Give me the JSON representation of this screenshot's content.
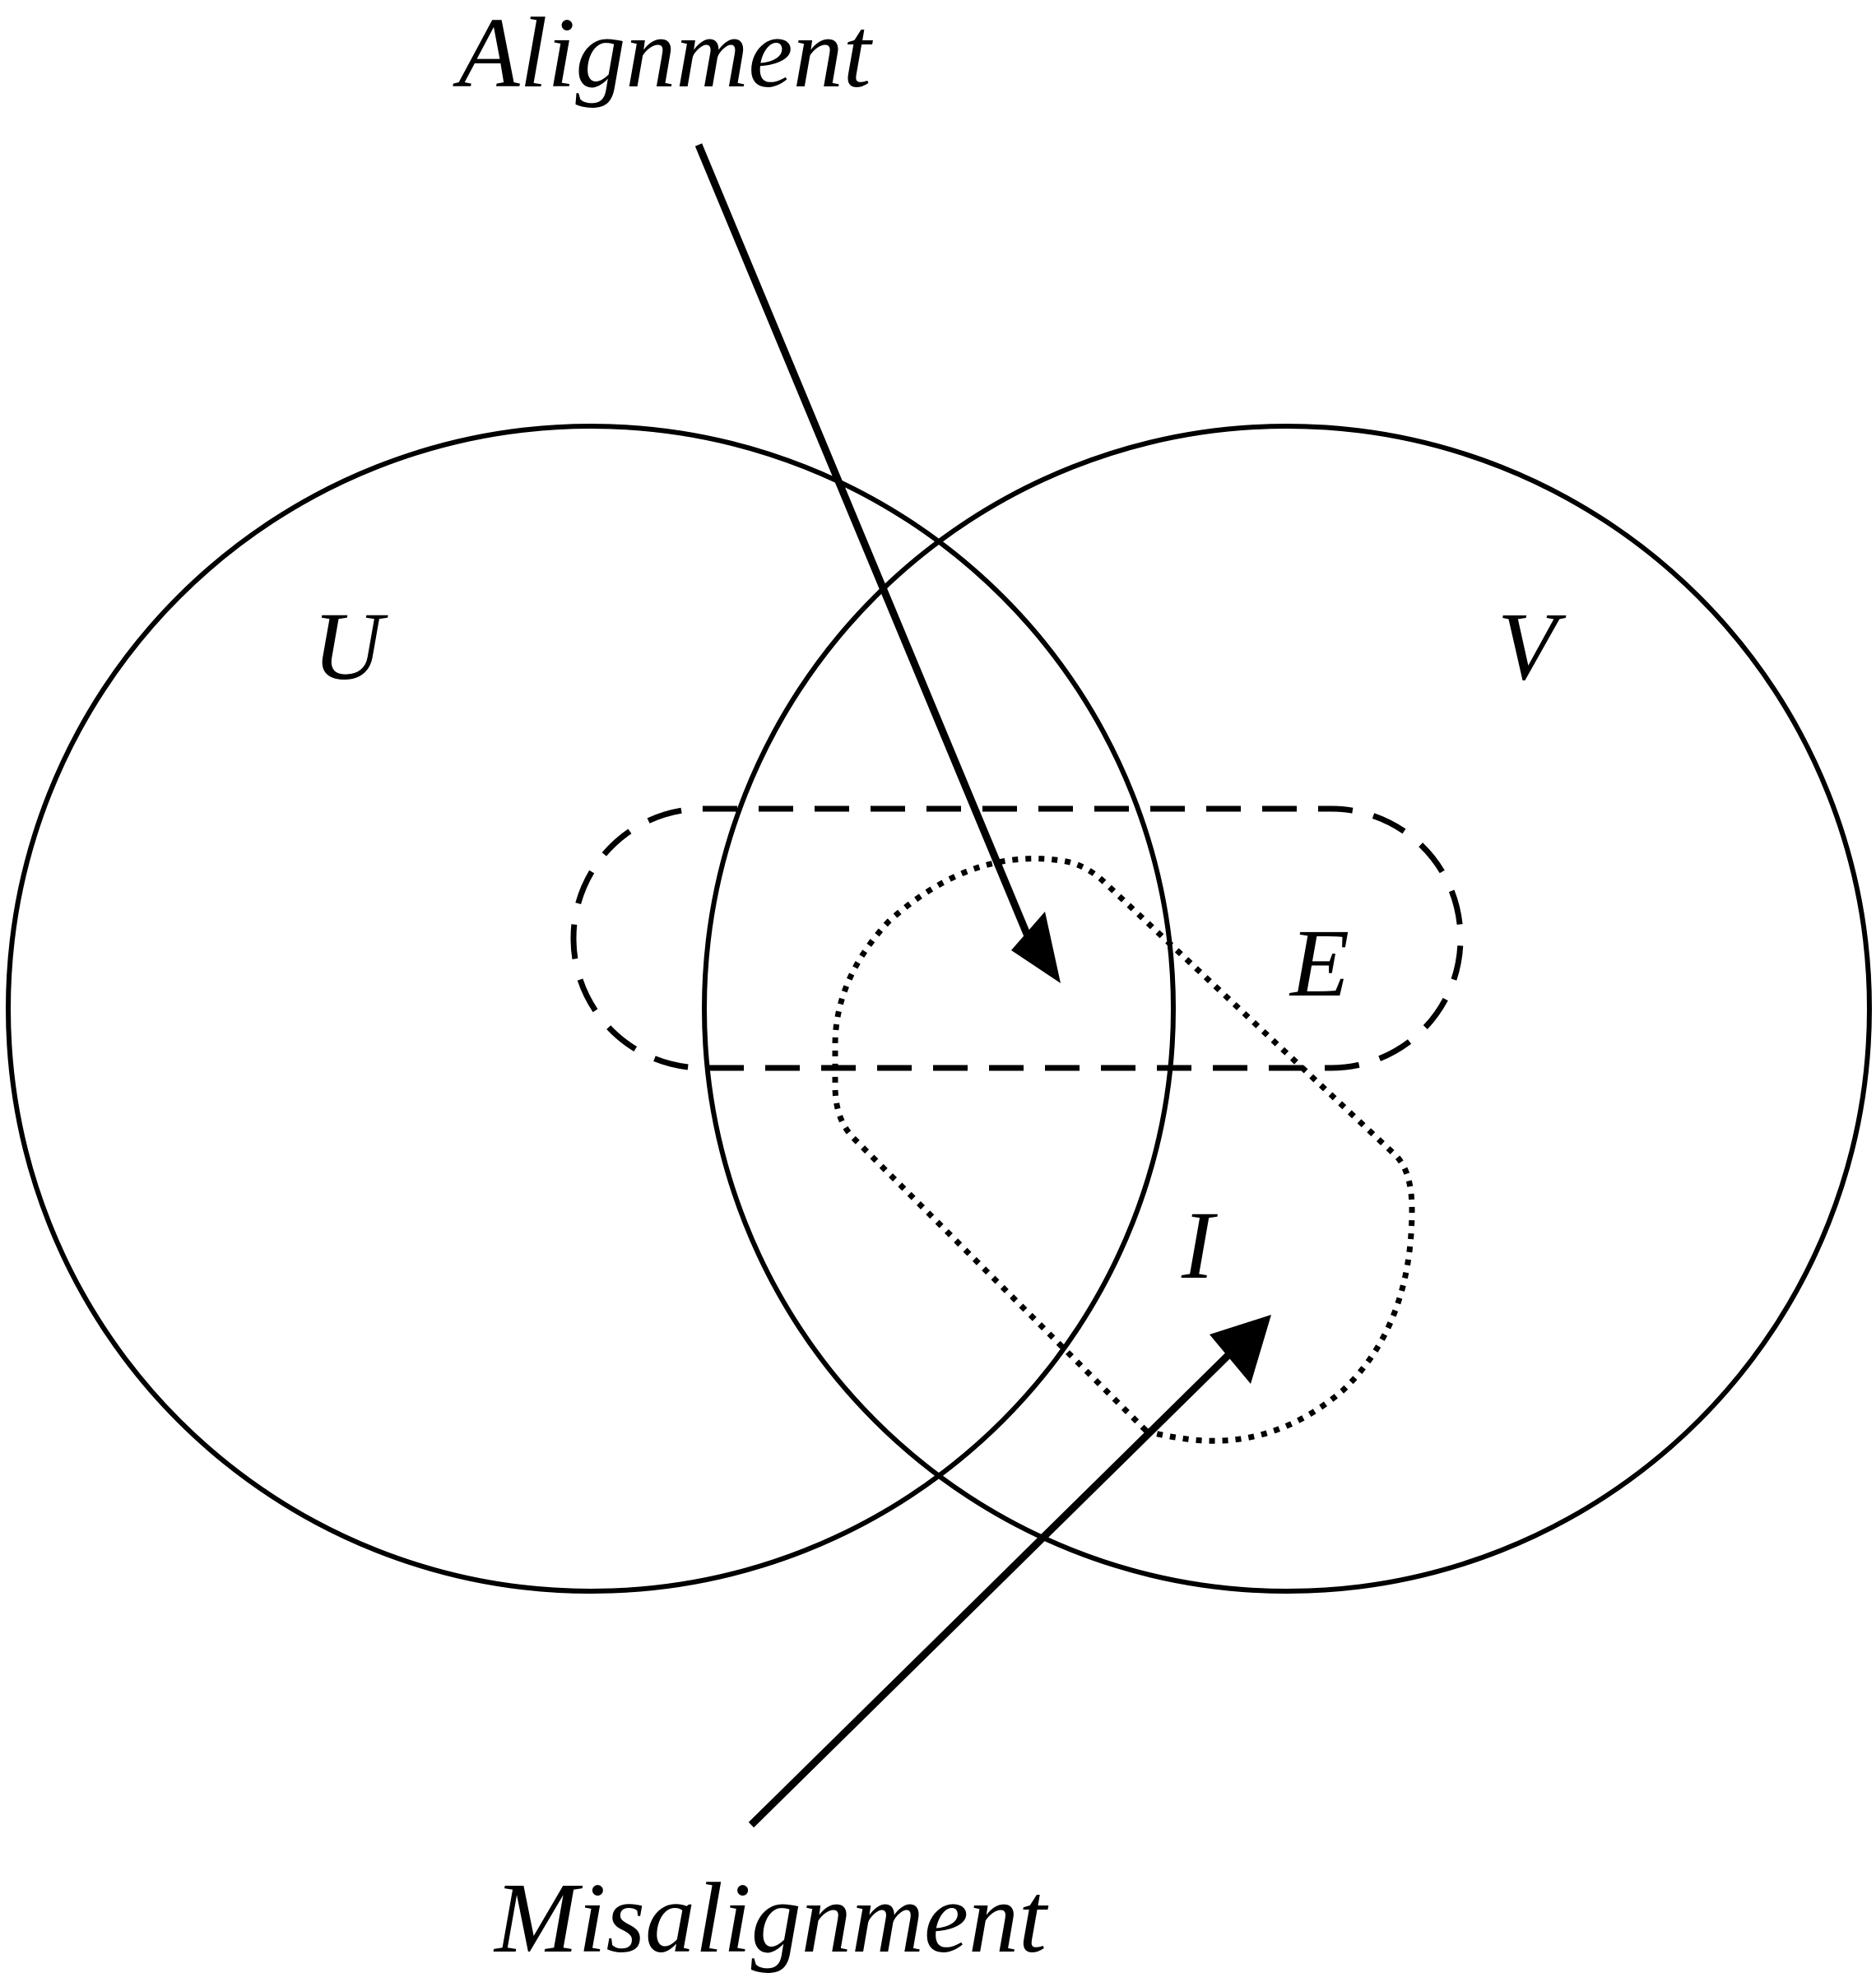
{
  "labels": {
    "alignment": "Alignment",
    "misalignment": "Misalignment",
    "set_u": "U",
    "set_v": "V",
    "set_e": "E",
    "set_i": "I"
  },
  "colors": {
    "stroke": "#000000",
    "background": "#ffffff"
  }
}
